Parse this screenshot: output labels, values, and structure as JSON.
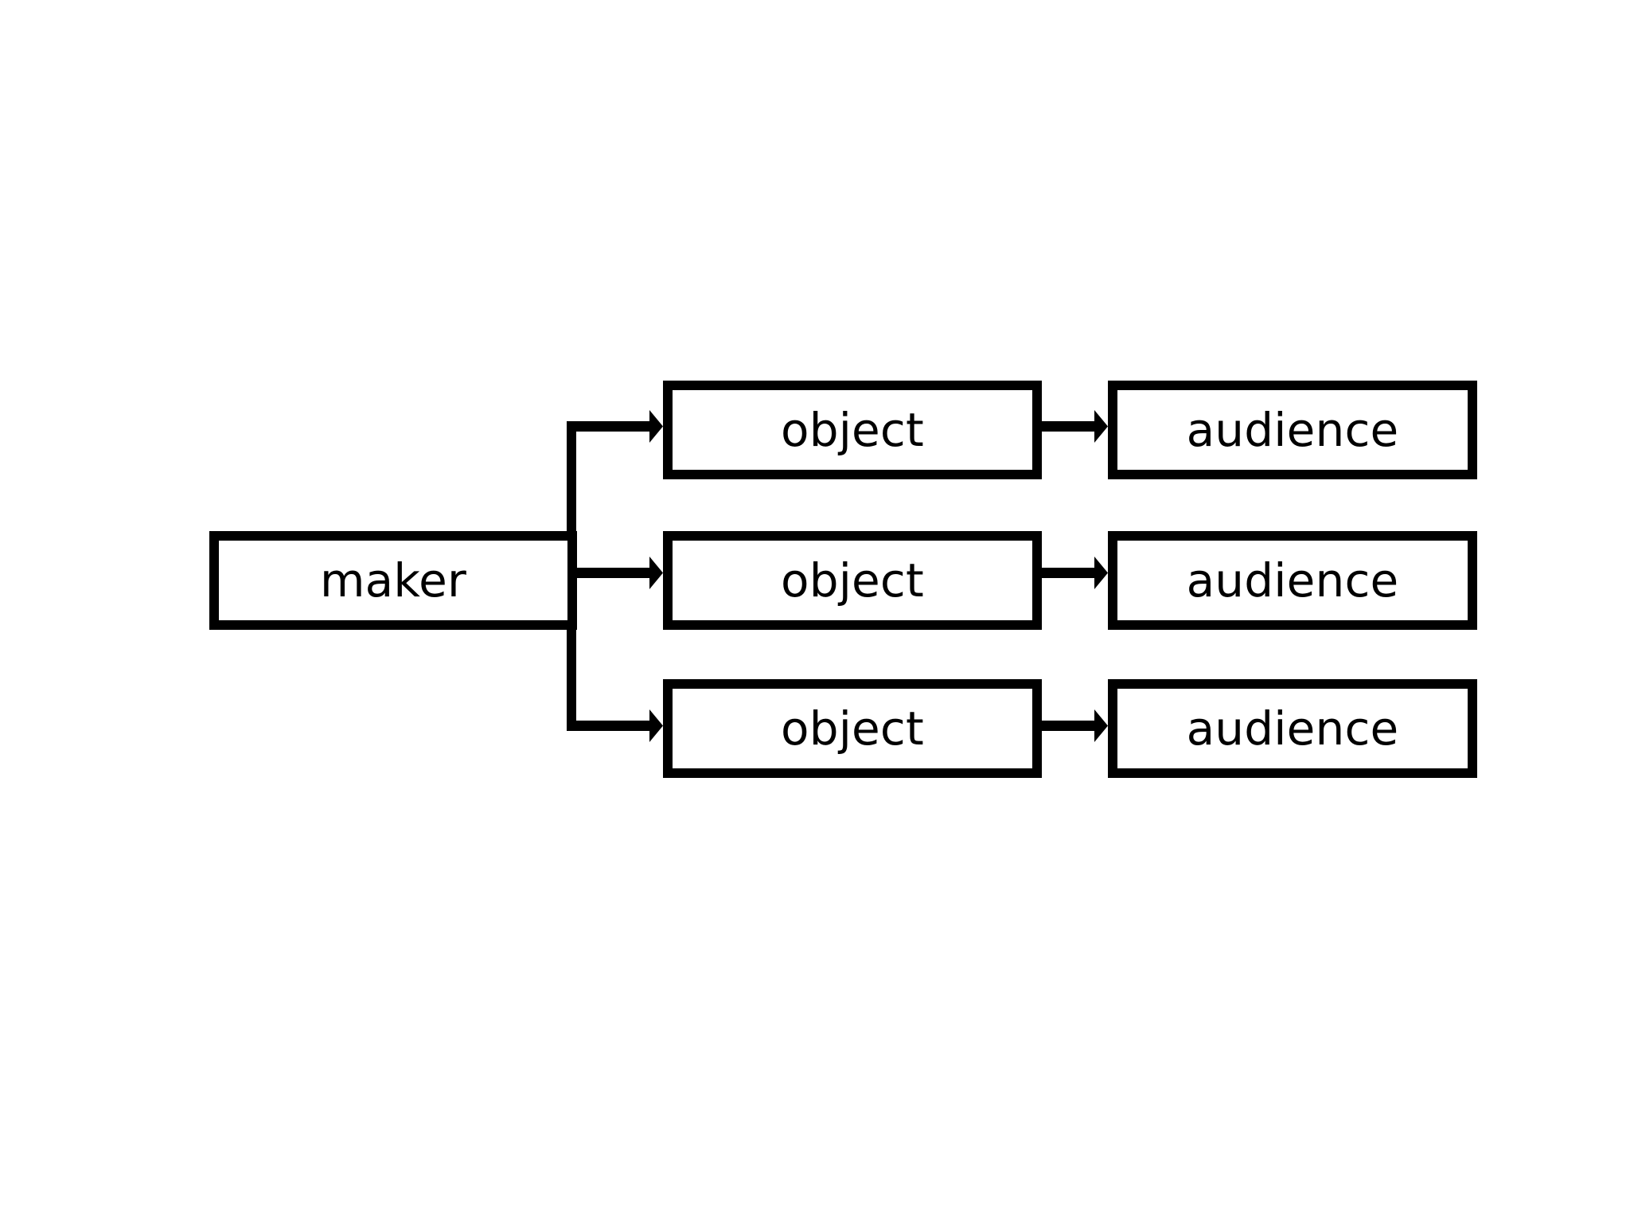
{
  "diagram": {
    "title": "maker-object-audience flow diagram",
    "background_color": "#ffffff",
    "stroke_color": "#000000",
    "nodes": {
      "maker": {
        "label": "maker"
      },
      "objects": [
        {
          "label": "object"
        },
        {
          "label": "object"
        },
        {
          "label": "object"
        }
      ],
      "audiences": [
        {
          "label": "audience"
        },
        {
          "label": "audience"
        },
        {
          "label": "audience"
        }
      ]
    },
    "edges": [
      {
        "from": "maker",
        "to": "object-1",
        "style": "elbow-arrow"
      },
      {
        "from": "maker",
        "to": "object-2",
        "style": "straight-arrow"
      },
      {
        "from": "maker",
        "to": "object-3",
        "style": "elbow-arrow"
      },
      {
        "from": "object-1",
        "to": "audience-1",
        "style": "straight-arrow"
      },
      {
        "from": "object-2",
        "to": "audience-2",
        "style": "straight-arrow"
      },
      {
        "from": "object-3",
        "to": "audience-3",
        "style": "straight-arrow"
      }
    ]
  }
}
